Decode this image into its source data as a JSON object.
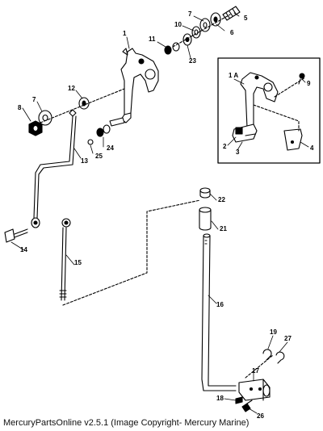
{
  "caption": "MercuryPartsOnline v2.5.1 (Image Copyright- Mercury Marine)",
  "callouts": {
    "c1": "1",
    "c1a": "1 A",
    "c2": "2",
    "c3": "3",
    "c4": "4",
    "c5": "5",
    "c6": "6",
    "c7a": "7",
    "c7b": "7",
    "c8": "8",
    "c9": "9",
    "c10": "10",
    "c11": "11",
    "c12": "12",
    "c13": "13",
    "c14": "14",
    "c15": "15",
    "c16": "16",
    "c17": "17",
    "c18": "18",
    "c19": "19",
    "c21": "21",
    "c22": "22",
    "c23": "23",
    "c24": "24",
    "c25": "25",
    "c26": "26",
    "c27": "27"
  },
  "colors": {
    "ink": "#000000",
    "paper": "#ffffff"
  }
}
